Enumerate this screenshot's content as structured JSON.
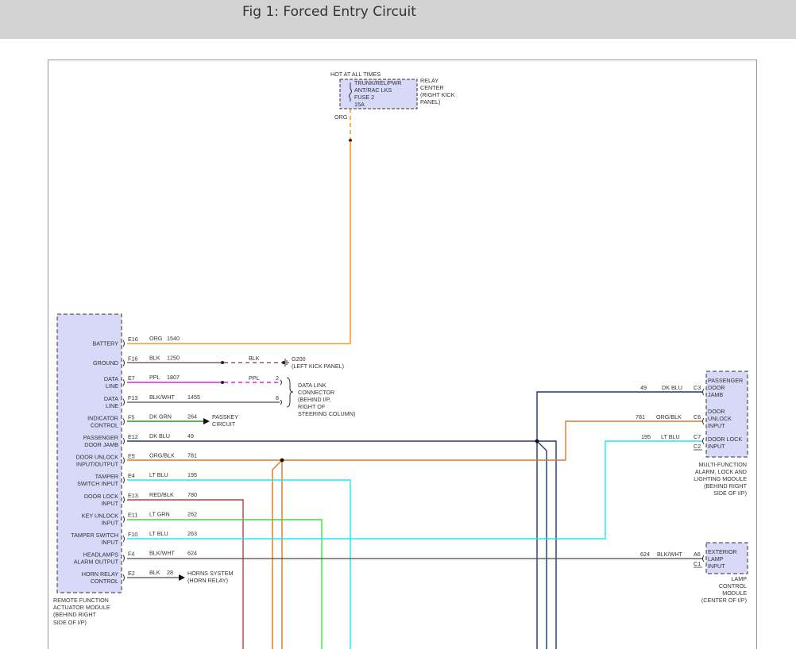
{
  "header": {
    "title": "Fig 1: Forced Entry Circuit"
  },
  "colors": {
    "org": "#f39a2e",
    "blk": "#4a4a4a",
    "ppl": "#e020e0",
    "dkgrn": "#1a9a1a",
    "dkblu": "#1a3a7a",
    "orgblk": "#d07a2a",
    "ltblu": "#22e8f0",
    "redblk": "#c83a3a",
    "ltgrn": "#33e033",
    "module_fill": "#d8d8f8"
  },
  "fuse": {
    "top_label": "HOT AT ALL TIMES",
    "lines": [
      "TRUNK/REL/PWR",
      "ANT/RAC LKS",
      "FUSE 2",
      "15A"
    ],
    "relay_lines": [
      "RELAY",
      "CENTER",
      "(RIGHT KICK",
      "PANEL)"
    ],
    "wire_color": "ORG"
  },
  "rfa_module": {
    "caption": [
      "REMOTE FUNCTION",
      "ACTUATOR MODULE",
      "(BEHIND RIGHT",
      "SIDE OF I/P)"
    ],
    "pins": [
      {
        "label": [
          "BATTERY"
        ],
        "pin": "E16",
        "color": "ORG",
        "circuit": "1540"
      },
      {
        "label": [
          "GROUND"
        ],
        "pin": "F16",
        "color": "BLK",
        "circuit": "1250"
      },
      {
        "label": [
          "DATA",
          "LINE"
        ],
        "pin": "E7",
        "color": "PPL",
        "circuit": "1807"
      },
      {
        "label": [
          "DATA",
          "LINE"
        ],
        "pin": "F13",
        "color": "BLK/WHT",
        "circuit": "1455"
      },
      {
        "label": [
          "INDICATOR",
          "CONTROL"
        ],
        "pin": "F5",
        "color": "DK GRN",
        "circuit": "264"
      },
      {
        "label": [
          "PASSENGER",
          "DOOR JAMB"
        ],
        "pin": "E12",
        "color": "DK BLU",
        "circuit": "49"
      },
      {
        "label": [
          "DOOR UNLOCK",
          "INPUT/OUTPUT"
        ],
        "pin": "E5",
        "color": "ORG/BLK",
        "circuit": "781"
      },
      {
        "label": [
          "TAMPER",
          "SWITCH INPUT"
        ],
        "pin": "E4",
        "color": "LT BLU",
        "circuit": "195"
      },
      {
        "label": [
          "DOOR LOCK",
          "INPUT"
        ],
        "pin": "E13",
        "color": "RED/BLK",
        "circuit": "780"
      },
      {
        "label": [
          "KEY UNLOCK",
          "INPUT"
        ],
        "pin": "E11",
        "color": "LT GRN",
        "circuit": "262"
      },
      {
        "label": [
          "TAMPER SWITCH",
          "INPUT"
        ],
        "pin": "F10",
        "color": "LT BLU",
        "circuit": "263"
      },
      {
        "label": [
          "HEADLAMPS",
          "ALARM OUTPUT"
        ],
        "pin": "F4",
        "color": "BLK/WHT",
        "circuit": "624"
      },
      {
        "label": [
          "HORN RELAY",
          "CONTROL"
        ],
        "pin": "E2",
        "color": "BLK",
        "circuit": "28"
      }
    ]
  },
  "ground": {
    "wire_color": "BLK",
    "name": "G200",
    "location": "(LEFT KICK PANEL)"
  },
  "dlc": {
    "wire_color": "PPL",
    "pin_a": "2",
    "pin_b": "8",
    "lines": [
      "DATA LINK",
      "CONNECTOR",
      "(BEHIND I/P,",
      "RIGHT OF",
      "STEERING COLUMN)"
    ]
  },
  "passkey": [
    "PASSKEY",
    "CIRCUIT"
  ],
  "horns": [
    "HORNS SYSTEM",
    "(HORN RELAY)"
  ],
  "mfa_module": {
    "rows": [
      {
        "circuit": "49",
        "color": "DK BLU",
        "pin": "C3",
        "label": [
          "PASSENGER",
          "DOOR",
          "JAMB"
        ]
      },
      {
        "circuit": "781",
        "color": "ORG/BLK",
        "pin": "C6",
        "label": [
          "DOOR",
          "UNLOCK",
          "INPUT"
        ]
      },
      {
        "circuit": "195",
        "color": "LT BLU",
        "pin": "C7",
        "pin2": "C2",
        "label": [
          "DOOR LOCK",
          "INPUT"
        ]
      }
    ],
    "caption": [
      "MULTI-FUNCTION",
      "ALARM, LOCK AND",
      "LIGHTING MODULE",
      "(BEHIND RIGHT",
      "SIDE OF I/P)"
    ]
  },
  "lcm": {
    "circuit": "624",
    "color": "BLK/WHT",
    "pin": "A6",
    "pin2": "C1",
    "label": [
      "EXTERIOR",
      "LAMP",
      "INPUT"
    ],
    "caption": [
      "LAMP",
      "CONTROL",
      "MODULE",
      "(CENTER OF I/P)"
    ]
  }
}
